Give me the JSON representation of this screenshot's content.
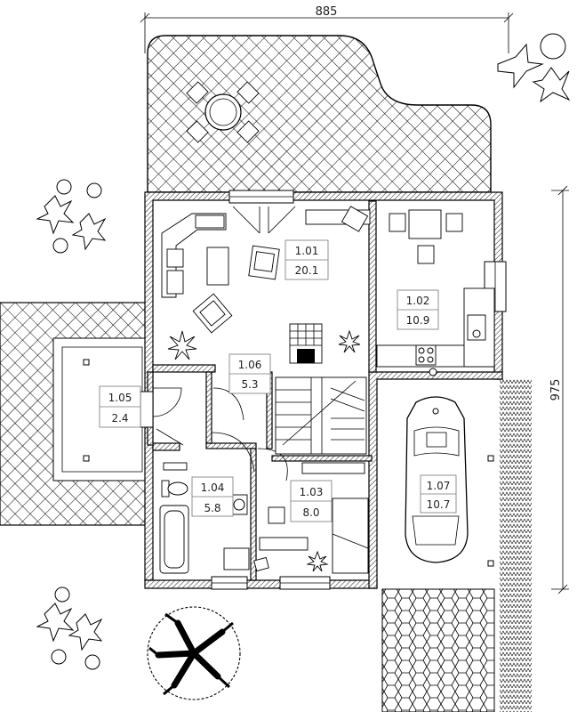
{
  "dimensions": {
    "width_label": "885",
    "height_label": "975"
  },
  "rooms": [
    {
      "id": "r101",
      "number": "1.01",
      "area": "20.1"
    },
    {
      "id": "r102",
      "number": "1.02",
      "area": "10.9"
    },
    {
      "id": "r103",
      "number": "1.03",
      "area": "8.0"
    },
    {
      "id": "r104",
      "number": "1.04",
      "area": "5.8"
    },
    {
      "id": "r105",
      "number": "1.05",
      "area": "2.4"
    },
    {
      "id": "r106",
      "number": "1.06",
      "area": "5.3"
    },
    {
      "id": "r107",
      "number": "1.07",
      "area": "10.7"
    }
  ],
  "icons": [
    "flower-icon",
    "tree-icon",
    "car-icon",
    "sofa-icon",
    "table-icon",
    "bathtub-icon",
    "toilet-icon",
    "stair-icon"
  ]
}
